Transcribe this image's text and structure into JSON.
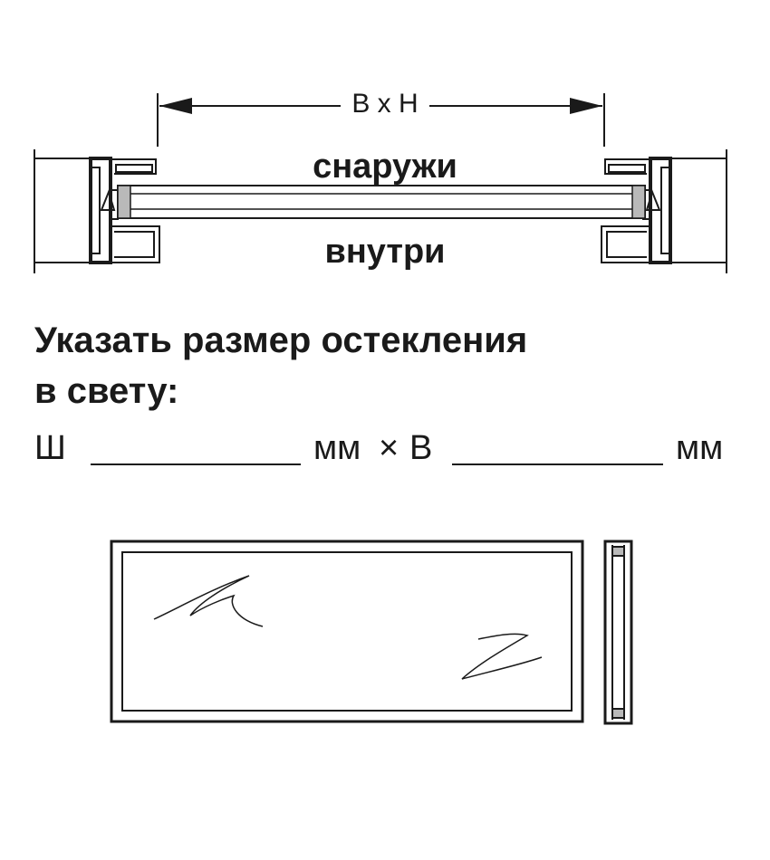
{
  "diagram": {
    "dimension_label": "B x H",
    "outside_label": "снаружи",
    "inside_label": "внутри"
  },
  "instruction": {
    "line1": "Указать размер остекления",
    "line2": "в свету:"
  },
  "form": {
    "width_prefix": "Ш",
    "unit_1": "мм",
    "times": "×",
    "height_prefix": "В",
    "unit_2": "мм"
  },
  "colors": {
    "ink": "#1a1a1a",
    "profile_fill": "#ffffff",
    "seal_gray": "#b9b9b9"
  },
  "icons": {
    "dimension_arrows": "double-headed-arrow",
    "glass_reflection": "scribble-glint"
  }
}
